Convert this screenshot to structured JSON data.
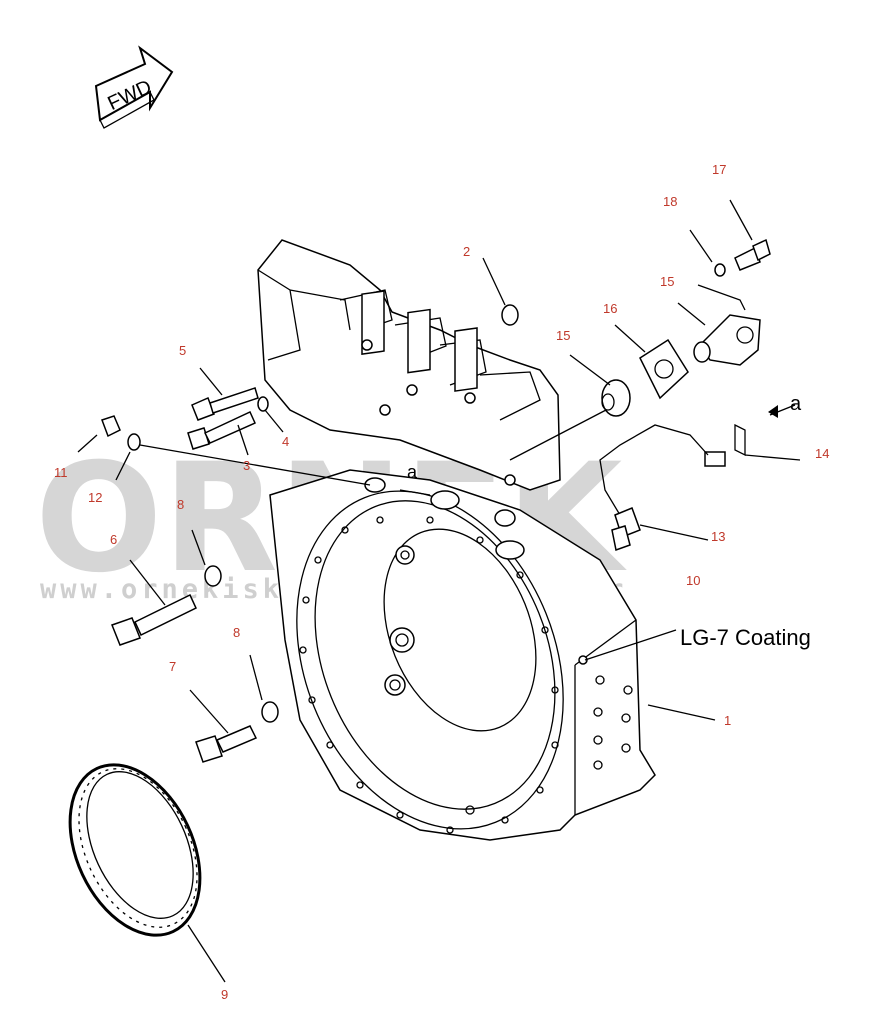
{
  "fwd_label": "FWD",
  "watermark": {
    "text": "ORNEK",
    "url": "www.ornekiskartinalari.com.tr"
  },
  "note": "LG-7 Coating",
  "ref_letter": "a",
  "callouts": {
    "c1": "1",
    "c2": "2",
    "c3": "3",
    "c4": "4",
    "c5": "5",
    "c6": "6",
    "c7": "7",
    "c8a": "8",
    "c8b": "8",
    "c9": "9",
    "c10": "10",
    "c11": "11",
    "c12": "12",
    "c13": "13",
    "c14": "14",
    "c15a": "15",
    "c15b": "15",
    "c16": "16",
    "c17": "17",
    "c18": "18"
  }
}
